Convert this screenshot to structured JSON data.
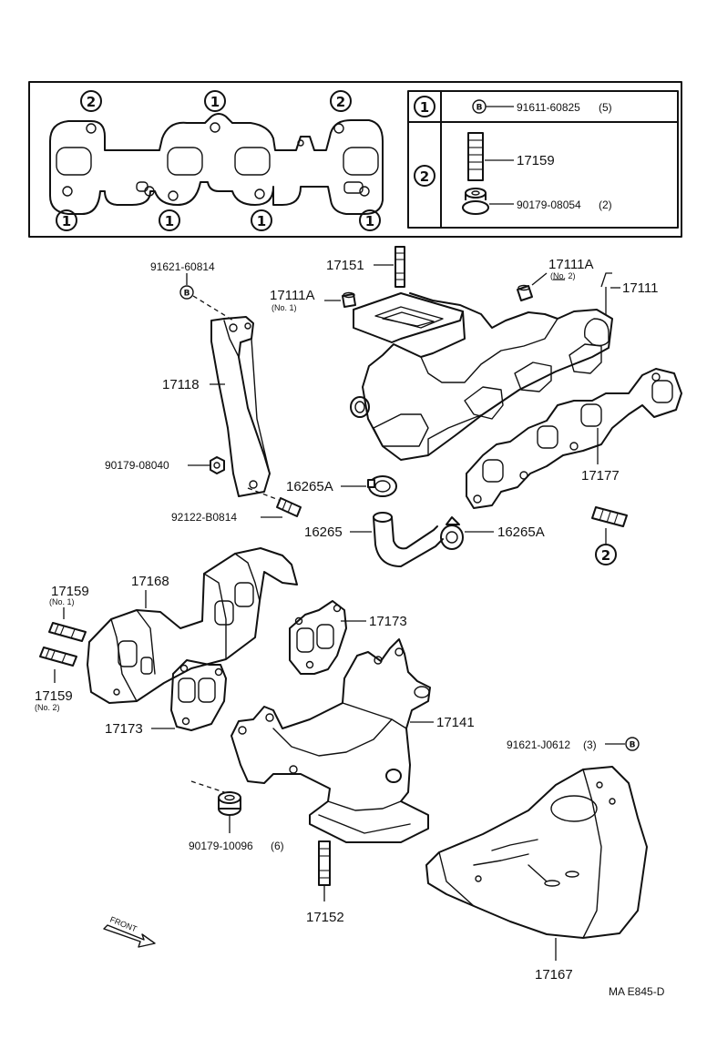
{
  "diagram": {
    "legend_box": {
      "rows": [
        {
          "mark": "1",
          "items": [
            {
              "symbol": "B",
              "part": "91611-60825",
              "qty": "(5)"
            }
          ]
        },
        {
          "mark": "2",
          "items": [
            {
              "part": "17159"
            },
            {
              "part": "90179-08054",
              "qty": "(2)"
            }
          ]
        }
      ]
    },
    "gasket_marks": {
      "top": [
        "2",
        "1",
        "2"
      ],
      "bottom": [
        "1",
        "1",
        "1",
        "1"
      ]
    },
    "parts": {
      "p91621_60814": "91621-60814",
      "p17151": "17151",
      "p17111A_1": "17111A",
      "p17111A_1_note": "(No. 1)",
      "p17111A_2": "17111A",
      "p17111A_2_note": "(No. 2)",
      "p17111": "17111",
      "p17118": "17118",
      "p90179_08040": "90179-08040",
      "p16265A_1": "16265A",
      "p92122_b0814": "92122-B0814",
      "p16265": "16265",
      "p16265A_2": "16265A",
      "p17177": "17177",
      "p2_stud_mark": "2",
      "p17159_1": "17159",
      "p17159_1_note": "(No. 1)",
      "p17168": "17168",
      "p17173_top": "17173",
      "p17159_2": "17159",
      "p17159_2_note": "(No. 2)",
      "p17173_left": "17173",
      "p17141": "17141",
      "p91621_j0612": "91621-J0612",
      "p91621_j0612_qty": "(3)",
      "p91621_j0612_symbol": "B",
      "p90179_10096": "90179-10096",
      "p90179_10096_qty": "(6)",
      "p17152": "17152",
      "p17167": "17167",
      "front": "FRONT",
      "drawing_code": "MA  E845-D"
    }
  }
}
